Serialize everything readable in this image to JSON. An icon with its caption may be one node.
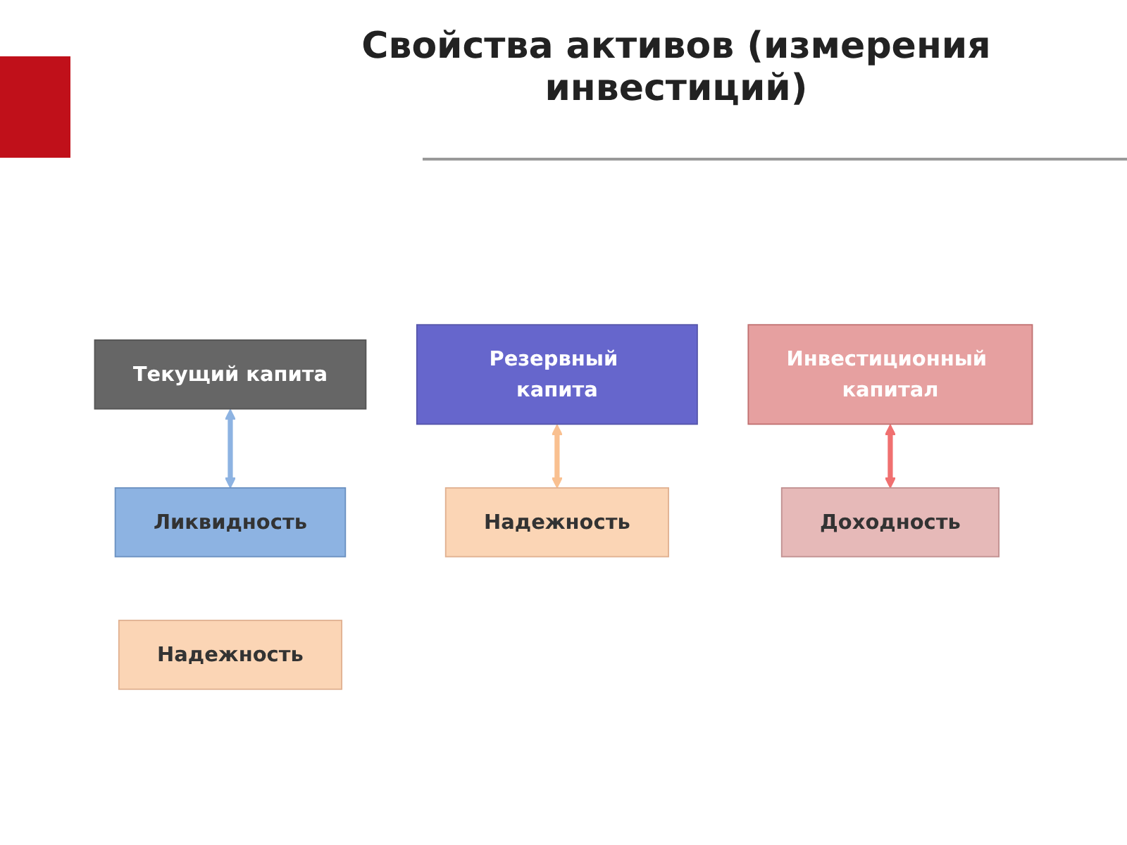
{
  "diagram": {
    "title": "Свойства активов (измерения инвестиций)",
    "nodes": [
      {
        "text": [
          "Текущий капита"
        ]
      },
      {
        "text": [
          "Резервный капита"
        ]
      },
      {
        "text": [
          "Инвестиционный капитал"
        ]
      },
      {
        "text": [
          "Ликвидность"
        ]
      },
      {
        "text": [
          "Надежность"
        ]
      },
      {
        "text": [
          "Надежность"
        ]
      },
      {
        "text": [
          "Доходность"
        ]
      }
    ],
    "edges": [
      {
        "from": 0,
        "to": 3,
        "arrow": "both",
        "color": "#8db3e2"
      },
      {
        "from": 1,
        "to": 5,
        "arrow": "both",
        "color": "#f9c090"
      },
      {
        "from": 2,
        "to": 6,
        "arrow": "both",
        "color": "#f07070"
      }
    ]
  }
}
